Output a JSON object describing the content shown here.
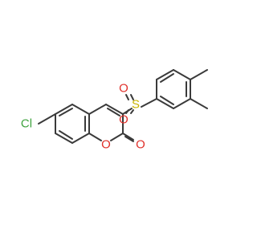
{
  "colors": {
    "bond": "#3a3a3a",
    "Cl": "#3fa33f",
    "O": "#e0302a",
    "S": "#c8b400"
  },
  "atoms": {
    "chlorine": "Cl",
    "sulfur": "S",
    "sulfonyl_oxygen_top": "O",
    "sulfonyl_oxygen_bottom": "O",
    "ring_oxygen": "O",
    "carbonyl_oxygen": "O"
  }
}
